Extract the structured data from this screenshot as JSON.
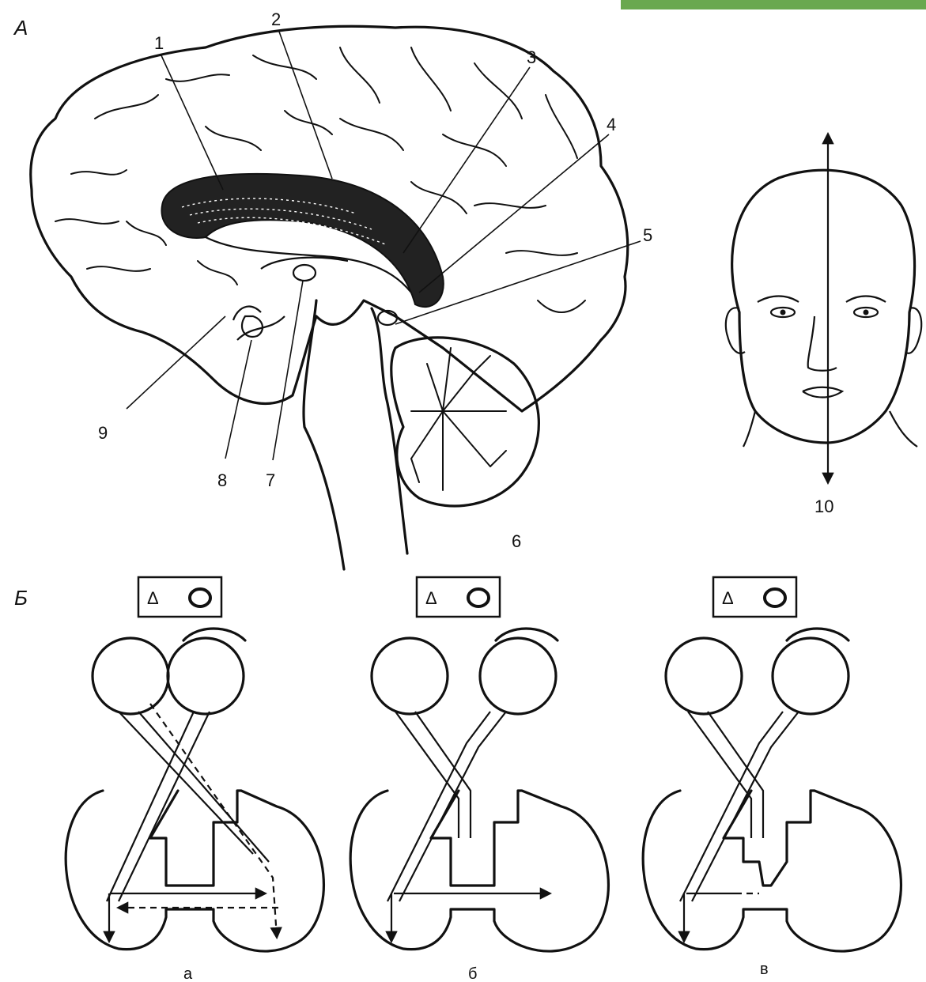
{
  "panel_a": {
    "letter": "А",
    "labels": [
      "1",
      "2",
      "3",
      "4",
      "5",
      "6",
      "7",
      "8",
      "9",
      "10"
    ]
  },
  "panel_b": {
    "letter": "Б",
    "stimulus": {
      "triangle": "Δ"
    },
    "subpanels": [
      "а",
      "б",
      "в"
    ]
  },
  "accent_color": "#6aa84f"
}
